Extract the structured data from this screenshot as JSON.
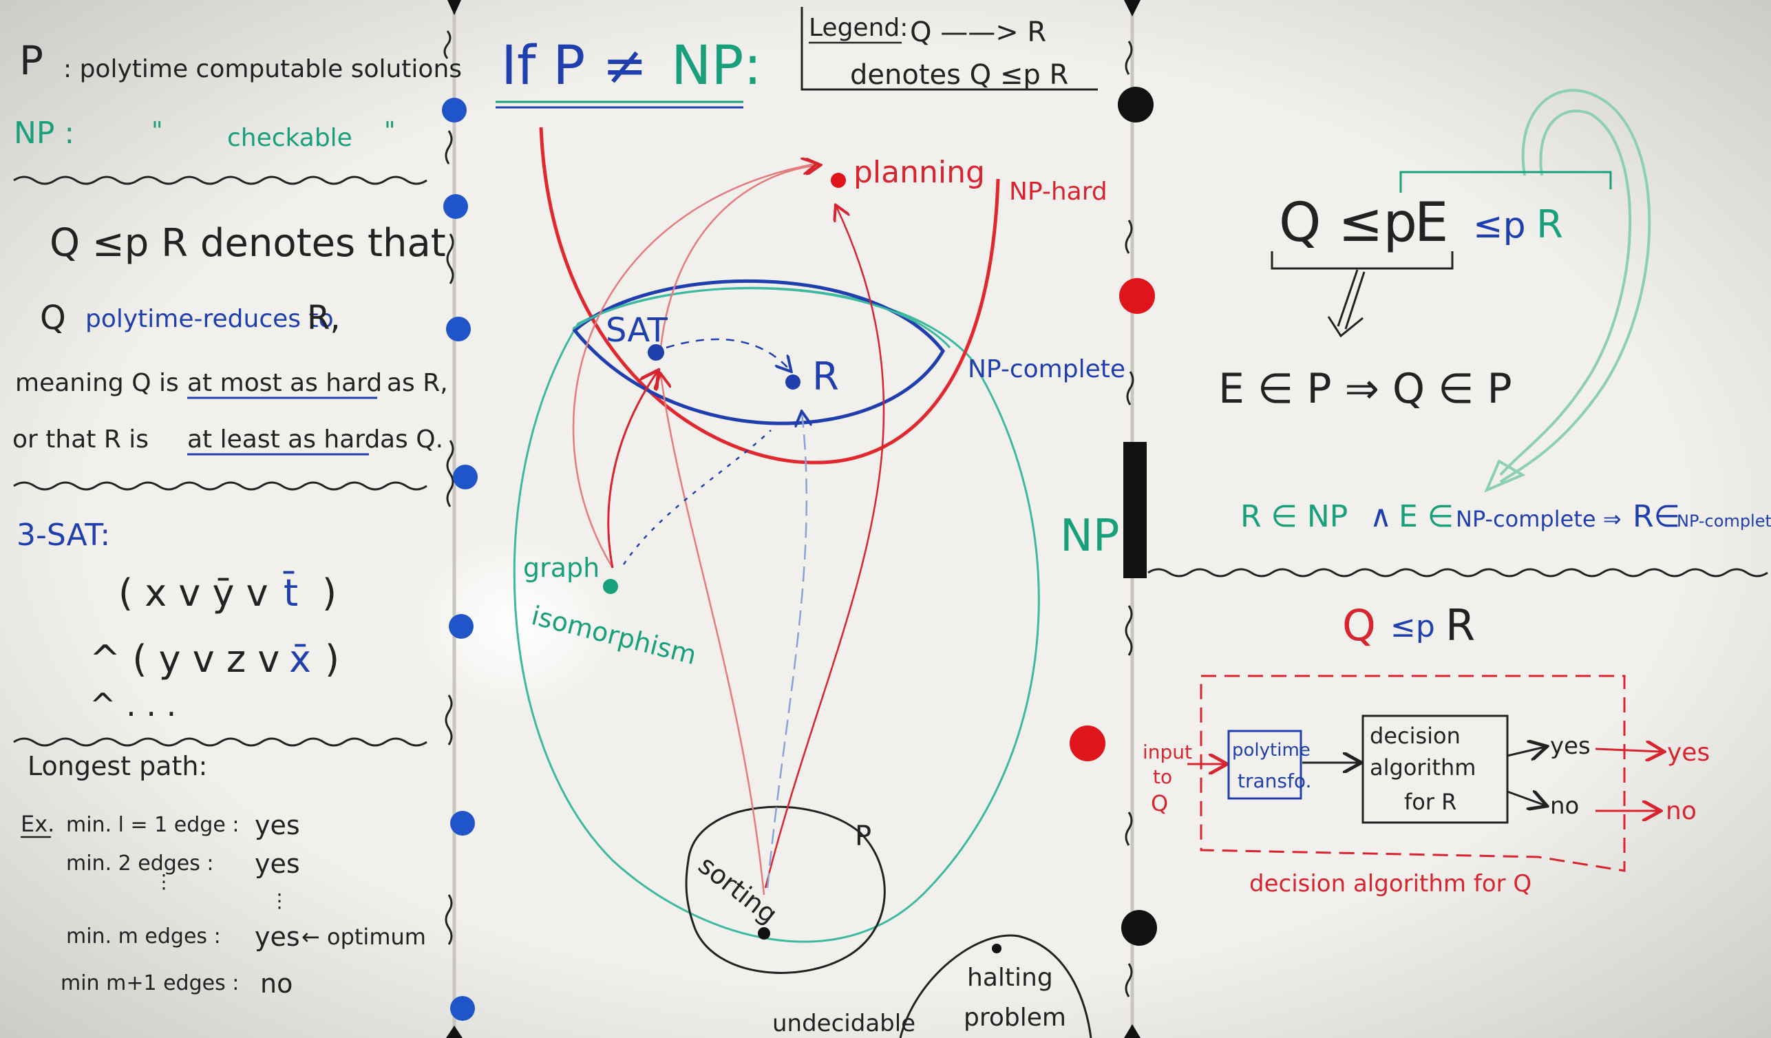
{
  "colors": {
    "board": "#f2f0ec",
    "black_ink": "#222222",
    "blue_ink": "#1f3fae",
    "red_ink": "#d8242f",
    "green_ink": "#18a07d",
    "magnet_blue": "#1f55c8",
    "magnet_red": "#e0151b",
    "magnet_black": "#111111"
  },
  "left": {
    "p_def": {
      "sym": "P",
      "text": ": polytime computable solutions"
    },
    "np_def": {
      "sym": "NP :",
      "ditto1": "\"",
      "text": "checkable",
      "ditto2": "\""
    },
    "red_def": {
      "line1": "Q ≤p R   denotes   that",
      "line2_a": "Q",
      "line2_b": "polytime-reduces to",
      "line2_c": "R,",
      "line3_a": "meaning Q is",
      "line3_b": "at most as hard",
      "line3_c": "as R,",
      "line4_a": "or that  R is",
      "line4_b": "at least as hard",
      "line4_c": "as Q."
    },
    "sat": {
      "title": "3-SAT:",
      "c1_a": "( x  v  ȳ  v",
      "c1_b": "t̄",
      "c1_c": ")",
      "c2_a": "^ ( y  v  z  v",
      "c2_b": "x̄",
      "c2_c": ")",
      "c3": "^  . . ."
    },
    "longest": {
      "title": "Longest path:",
      "ex": "Ex.",
      "rows": [
        {
          "a": "min. l = 1 edge :",
          "b": "yes",
          "c": ""
        },
        {
          "a": "min.      2 edges :",
          "b": "yes",
          "c": ""
        },
        {
          "a": "min.      m edges :",
          "b": "yes",
          "c": "← optimum"
        },
        {
          "a": "min     m+1 edges :",
          "b": "no",
          "c": ""
        }
      ]
    }
  },
  "middle": {
    "heading_a": "If P ≠",
    "heading_b": "NP:",
    "legend_label": "Legend:",
    "legend_line1": "Q ——> R",
    "legend_line2": "denotes  Q ≤p R",
    "planning": "planning",
    "np_hard": "NP-hard",
    "sat": "SAT",
    "r": "R",
    "np_complete": "NP-complete",
    "np": "NP",
    "graph_iso_1": "graph",
    "graph_iso_2": "isomorphism",
    "sorting": "sorting",
    "p": "P",
    "undecidable": "undecidable",
    "halting_1": "halting",
    "halting_2": "problem"
  },
  "right": {
    "top_formula_q": "Q ≤p",
    "top_formula_e": "E",
    "top_formula_le": "≤p",
    "top_formula_r": "R",
    "implication": "E ∈ P  ⇒  Q ∈ P",
    "np_line_a": "R ∈ NP",
    "np_line_b": "∧",
    "np_line_c": "E ∈",
    "np_line_d": "NP-complete ⇒",
    "np_line_e": "R∈",
    "np_line_f": "NP-complete",
    "bottom_title_q": "Q",
    "bottom_title_le": "≤p",
    "bottom_title_r": "R",
    "input_1": "input",
    "input_2": "to",
    "input_3": "Q",
    "transform_1": "polytime",
    "transform_2": "transfo.",
    "decision_1": "decision",
    "decision_2": "algorithm",
    "decision_3": "for R",
    "yes": "yes",
    "no": "no",
    "yes_out": "yes",
    "no_out": "no",
    "caption": "decision algorithm for Q"
  }
}
